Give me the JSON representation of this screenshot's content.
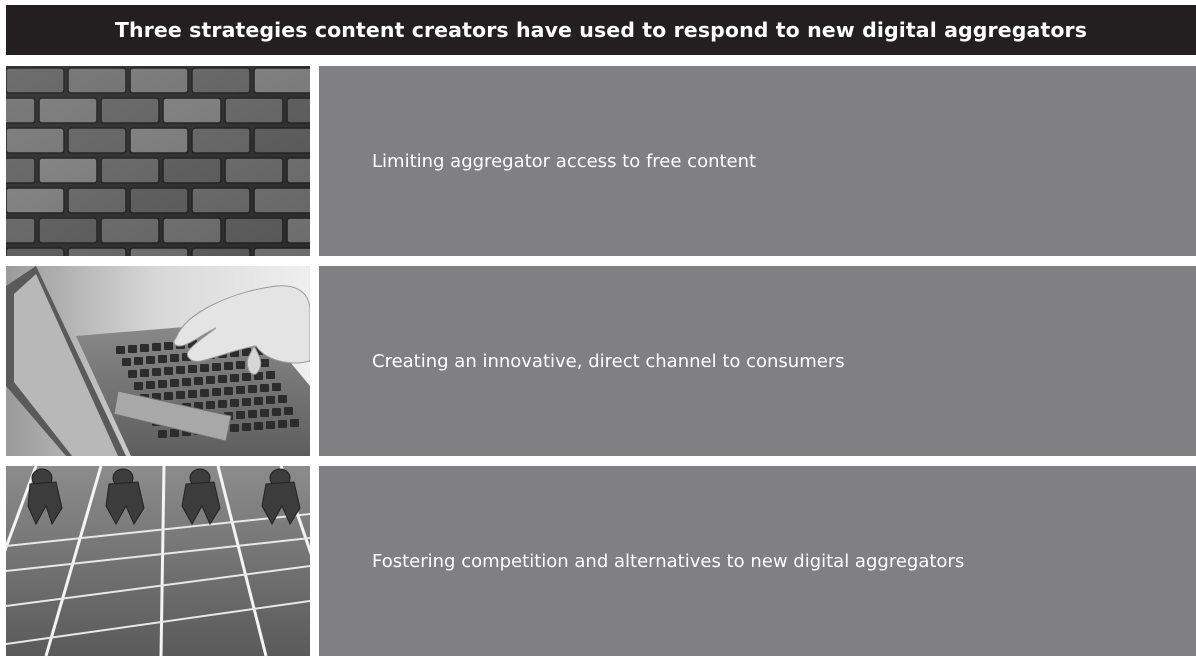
{
  "title": "Three strategies content creators have used to respond to new digital aggregators",
  "strategies": [
    {
      "label": "Limiting aggregator access to free content",
      "image": "brick-wall-photo"
    },
    {
      "label": "Creating an innovative, direct channel to consumers",
      "image": "laptop-typing-photo"
    },
    {
      "label": "Fostering competition and alternatives to new digital aggregators",
      "image": "race-start-photo"
    }
  ],
  "colors": {
    "title_background": "#231f20",
    "title_text": "#ffffff",
    "panel_background": "#808083",
    "panel_text": "#ffffff"
  }
}
